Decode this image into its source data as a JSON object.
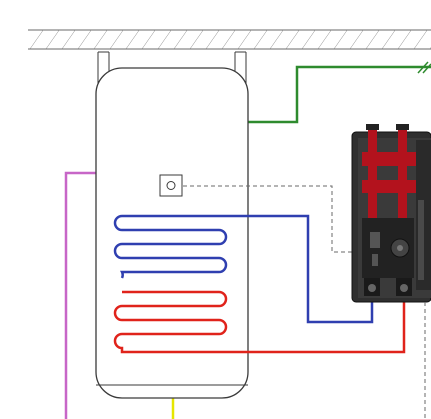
{
  "diagram": {
    "colors": {
      "background": "#ffffff",
      "ceiling_hatch": "#8a8a8a",
      "outline": "#3a3a3a",
      "hot_coil": "#e0231b",
      "cold_coil": "#2f3fb0",
      "green_pipe": "#2e8b2e",
      "magenta_pipe": "#c766c7",
      "yellow_pipe": "#e6e600",
      "sensor_dashed": "#6a6a6a",
      "pump_group_body": "#2f2f2f",
      "pump_group_red": "#b3121d"
    },
    "components": {
      "ceiling": "wall-mount-hatched",
      "tank": "storage-tank",
      "coil": "heat-exchanger-coil",
      "sensor": "temperature-sensor",
      "pump_group": "pump-station"
    }
  }
}
